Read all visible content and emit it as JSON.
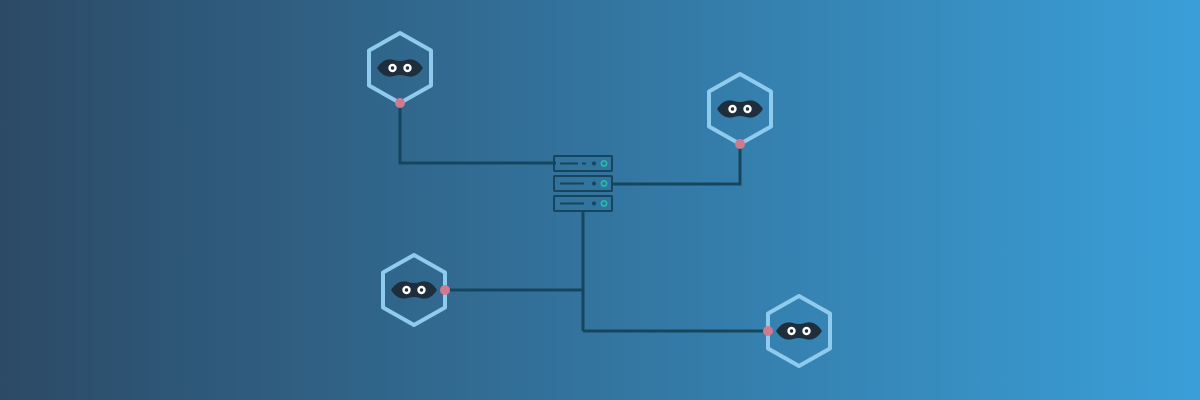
{
  "colors": {
    "gradient_start": "#2c4a66",
    "gradient_end": "#3a9fd8",
    "connector": "#15465e",
    "hex_stroke": "#8ecbed",
    "port_dot": "#d17a8f",
    "mask": "#1f2e3d",
    "eye_white": "#ffffff",
    "server_stroke": "#15465e",
    "server_led": "#1fbfa5"
  },
  "icons": {
    "node": "masked-bandit-hexagon-icon",
    "hub": "server-rack-icon"
  },
  "nodes": [
    {
      "id": "node-top-left"
    },
    {
      "id": "node-top-right"
    },
    {
      "id": "node-bottom-left"
    },
    {
      "id": "node-bottom-right"
    }
  ]
}
